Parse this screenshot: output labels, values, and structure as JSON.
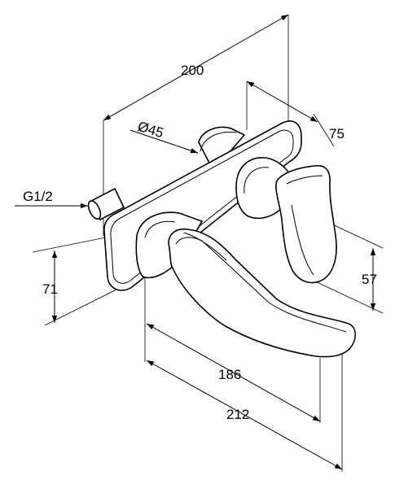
{
  "drawing": {
    "dimensions": {
      "overall_width": "200",
      "depth": "75",
      "rosette_diameter": "Ø45",
      "connection_thread": "G1/2",
      "spout_height": "71",
      "lever_height": "57",
      "spout_projection": "186",
      "total_projection": "212"
    }
  }
}
